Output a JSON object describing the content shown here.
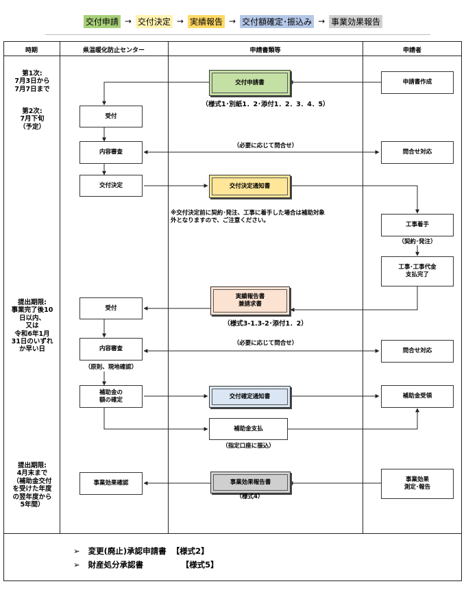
{
  "banner": {
    "steps": [
      {
        "label": "交付申請",
        "color": "#a8d07a"
      },
      {
        "label": "交付決定",
        "color": "#fff2b3"
      },
      {
        "label": "実績報告",
        "color": "#ffd966"
      },
      {
        "label": "交付額確定･振込み",
        "color": "#b4c7e7"
      },
      {
        "label": "事業効果報告",
        "color": "#d0d0d0"
      }
    ],
    "arrow": "→"
  },
  "columns": {
    "period": "時期",
    "center": "県温暖化防止センター",
    "documents": "申請書類等",
    "applicant": "申請者"
  },
  "periods": {
    "first": "第1次:\n7月3日から\n7月7日まで",
    "second": "第2次:\n7月下旬\n（予定）",
    "report_deadline": "提出期限:\n事業完了後10\n日以内、\n又は\n令和6年1月\n31日のいずれ\nか早い日",
    "effect_deadline": "提出期限:\n4月末まで\n（補助金交付\nを受けた年度\nの翌年度から\n5年間）"
  },
  "boxes": {
    "application_doc": "交付申請書",
    "application_forms": "（様式1･別紙1．2･添付1．2．3．4．5）",
    "create_application": "申請書作成",
    "reception1": "受付",
    "review1": "内容審査",
    "inquiry_note1": "（必要に応じて問合せ）",
    "inquiry_response1": "問合せ対応",
    "grant_decision": "交付決定",
    "decision_notice": "交付決定通知書",
    "caution": "※交付決定前に契約･発注、工事に着手した場合は補助対象\n外となりますので、ご注意ください。",
    "construction_start": "工事着手",
    "contract_note": "（契約･発注）",
    "construction_complete": "工事･工事代金\n支払完了",
    "reception2": "受付",
    "report_doc": "実績報告書\n兼請求書",
    "report_forms": "（様式3-1.3-2･添付1．2）",
    "review2": "内容審査",
    "inquiry_note2": "（必要に応じて問合せ）",
    "inquiry_response2": "問合せ対応",
    "site_check": "（原則、現地確認）",
    "amount_decision": "補助金の\n額の確定",
    "confirm_notice": "交付確定通知書",
    "receive_grant": "補助金受領",
    "payment": "補助金支払",
    "payment_note": "（指定口座に振込）",
    "effect_confirm": "事業効果確認",
    "effect_report_doc": "事業効果報告書",
    "effect_form": "（様式4）",
    "effect_measure": "事業効果\n測定･報告"
  },
  "footer": {
    "bullet": "➢",
    "items": [
      {
        "name": "変更(廃止)承認申請書",
        "form": "【様式2】"
      },
      {
        "name": "財産処分承認書",
        "form": "【様式5】"
      }
    ]
  }
}
